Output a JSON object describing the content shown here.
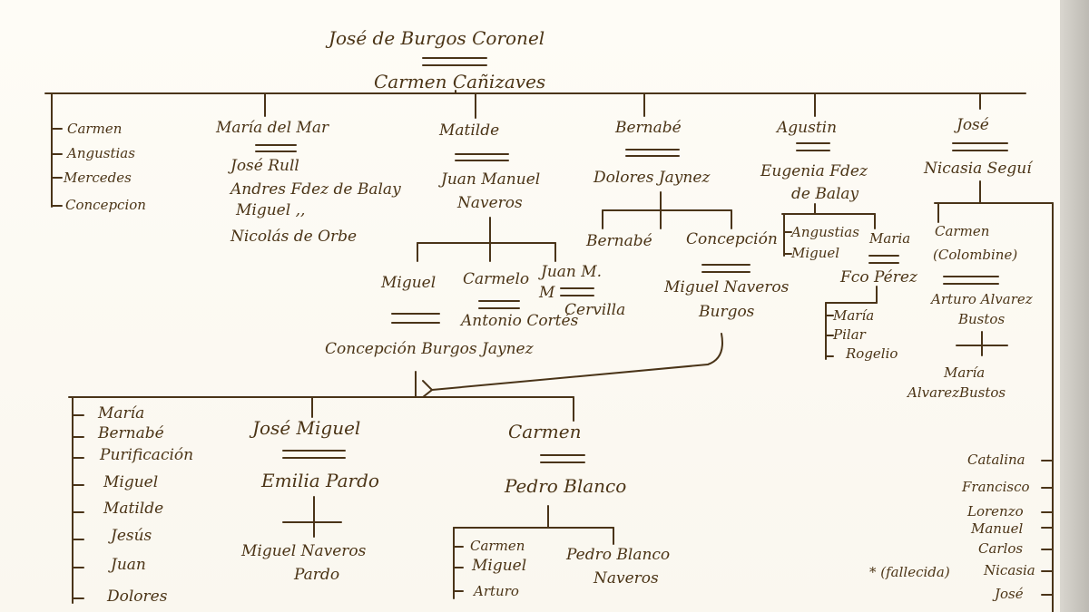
{
  "root": {
    "husband": "José de Burgos Coronel",
    "wife": "Carmen Cañizaves"
  },
  "unmarried_children": [
    "Carmen",
    "Angustias",
    "Mercedes",
    "Concepcion"
  ],
  "mar": {
    "name": "María del Mar",
    "spouses": [
      "José Rull",
      "Andres Fdez de Balay",
      "Miguel ,,",
      "Nicolás de Orbe"
    ]
  },
  "matilde": {
    "name": "Matilde",
    "spouse": "Juan Manuel",
    "spouse2": "Naveros",
    "children": [
      "Miguel",
      "Carmelo",
      "Juan M."
    ],
    "miguel_spouse": "Concepción Burgos Jaynez",
    "carmelo_spouse": "Antonio Cortés",
    "juanm_wife_m": "M",
    "juanm_spouse": "Cervilla"
  },
  "bernabe": {
    "name": "Bernabé",
    "spouse": "Dolores Jaynez",
    "children": [
      "Bernabé",
      "Concepción"
    ],
    "concepcion_spouse": [
      "Miguel Naveros",
      "Burgos"
    ]
  },
  "agustin": {
    "name": "Agustin",
    "spouse": [
      "Eugenia Fdez",
      "de Balay"
    ],
    "children": [
      "Angustias",
      "Miguel",
      "Maria"
    ],
    "maria_spouse": "Fco Pérez",
    "grandchildren": [
      "María",
      "Pilar",
      "Rogelio"
    ]
  },
  "jose": {
    "name": "José",
    "spouse": "Nicasia Seguí",
    "children": [
      "Carmen",
      "(Colombine)"
    ],
    "carmen_spouse": [
      "Arturo Alvarez",
      "Bustos"
    ],
    "grandchild": [
      "María",
      "AlvarezBustos"
    ]
  },
  "next_gen": {
    "siblings": [
      "María",
      "Bernabé",
      "Purificación",
      "Miguel",
      "Matilde",
      "Jesús",
      "Juan",
      "Dolores"
    ],
    "jose_miguel": {
      "name": "José Miguel",
      "spouse": "Emilia Pardo",
      "child": [
        "Miguel Naveros",
        "Pardo"
      ]
    },
    "carmen": {
      "name": "Carmen",
      "spouse": "Pedro Blanco",
      "children": [
        "Carmen",
        "Miguel",
        "Arturo"
      ],
      "child_named": [
        "Pedro Blanco",
        "Naveros"
      ]
    }
  },
  "right_list": [
    "Catalina",
    "Francisco",
    "Lorenzo",
    "Manuel",
    "Carlos",
    "Nicasia",
    "José"
  ],
  "note": "* (fallecida)"
}
